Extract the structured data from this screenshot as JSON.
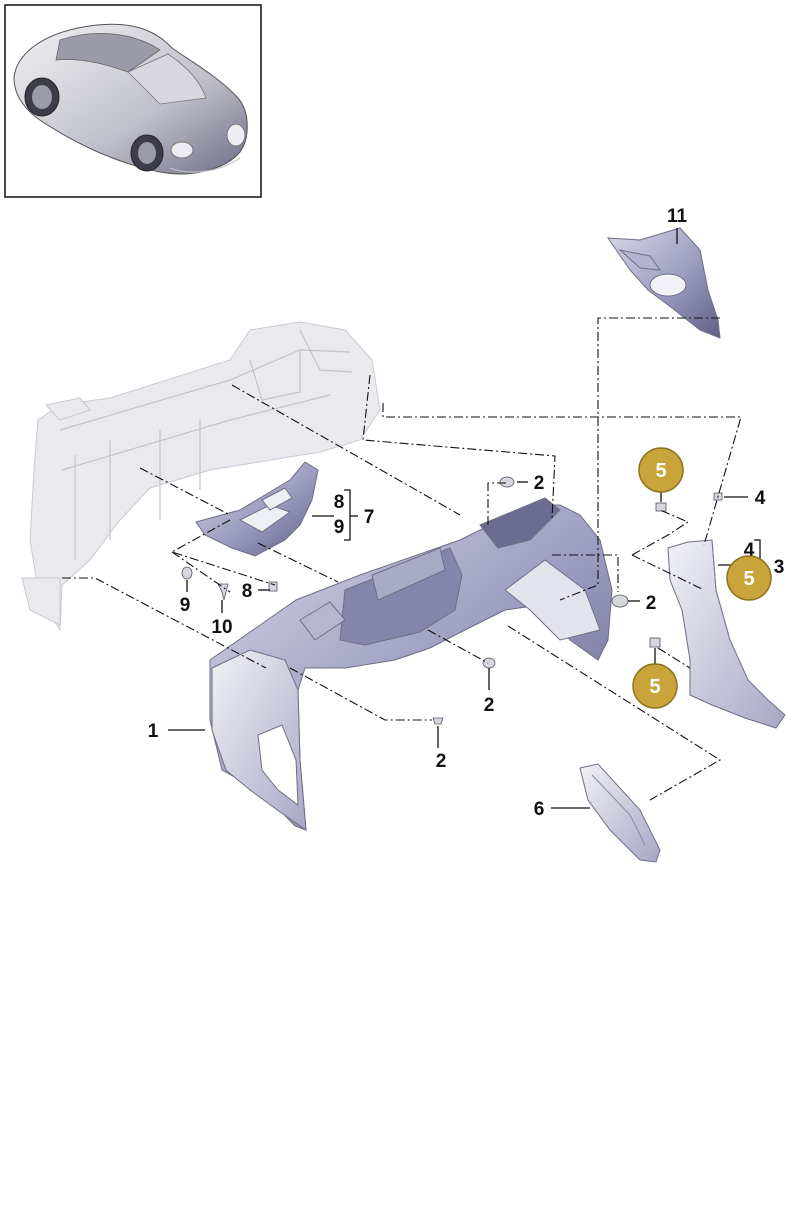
{
  "callouts": {
    "p1": "1",
    "p2a": "2",
    "p2b": "2",
    "p2c": "2",
    "p2d": "2",
    "p3": "3",
    "p4a": "4",
    "p4b": "4",
    "p5a": "5",
    "p5b": "5",
    "p5c": "5",
    "p6": "6",
    "p7": "7",
    "p8a": "8",
    "p8b": "8",
    "p9a": "9",
    "p9b": "9",
    "p10": "10",
    "p11": "11"
  },
  "colors": {
    "badge": "#c9a43a",
    "badge_border": "#8e7421",
    "part_fill": "#8e8eb4",
    "ghost": "#e9e9ee"
  },
  "icons": {
    "thumbnail": "car-thumbnail-icon"
  }
}
